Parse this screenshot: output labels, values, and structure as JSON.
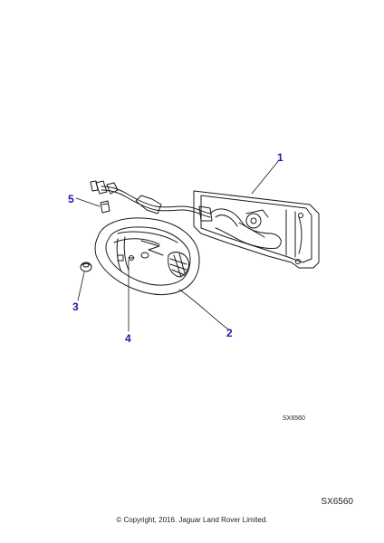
{
  "colors": {
    "callout": "#1a1aa8",
    "line": "#1a1a1a",
    "background": "#ffffff"
  },
  "callouts": [
    {
      "id": "1",
      "label": "1"
    },
    {
      "id": "2",
      "label": "2"
    },
    {
      "id": "3",
      "label": "3"
    },
    {
      "id": "4",
      "label": "4"
    },
    {
      "id": "5",
      "label": "5"
    }
  ],
  "drawing_ref": "SX6560",
  "footer": {
    "ref": "SX6560",
    "copyright": "© Copyright, 2016. Jaguar Land Rover Limited."
  }
}
